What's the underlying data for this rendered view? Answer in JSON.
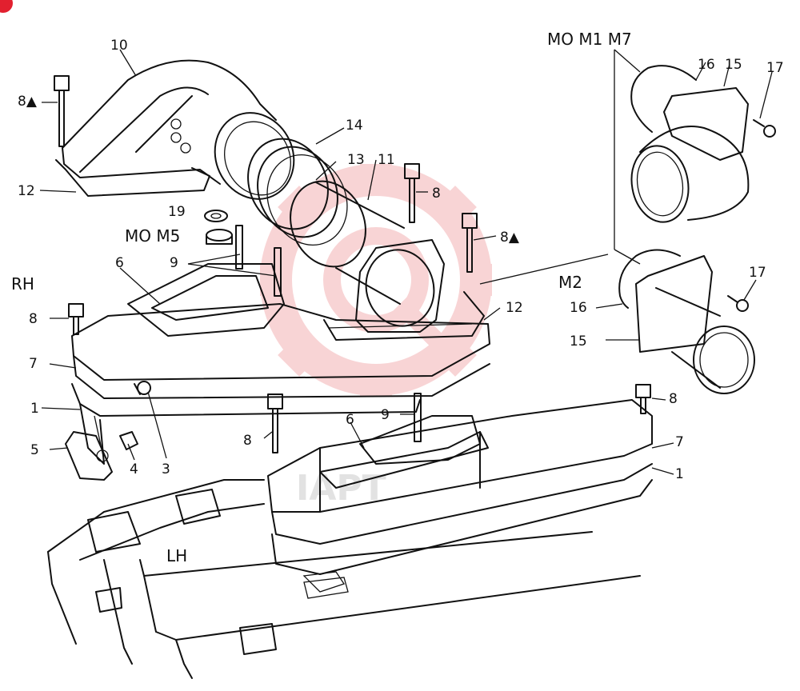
{
  "colors": {
    "line": "#111111",
    "watermark": "#f3b1b3",
    "badge": "#e2202f"
  },
  "labels": {
    "rh": "RH",
    "lh": "LH",
    "m0m5": "MO M5",
    "m0m1m7": "MO M1 M7",
    "m2": "M2",
    "watermark": "IAPT"
  },
  "callouts": {
    "p1a": "1",
    "p1b": "1",
    "p3": "3",
    "p4": "4",
    "p5": "5",
    "p6a": "6",
    "p6b": "6",
    "p7a": "7",
    "p7b": "7",
    "p8a": "8▲",
    "p8b": "8",
    "p8c": "8▲",
    "p8d": "8",
    "p8e": "8",
    "p8f": "8",
    "p9a": "9",
    "p9b": "9",
    "p10": "10",
    "p11": "11",
    "p12a": "12",
    "p12b": "12",
    "p13": "13",
    "p14": "14",
    "p15a": "15",
    "p15b": "15",
    "p16a": "16",
    "p16b": "16",
    "p17a": "17",
    "p17b": "17",
    "p19": "19"
  },
  "icons": {
    "corner_badge": "red-circle-badge",
    "watermark": "gear-watermark-icon"
  }
}
